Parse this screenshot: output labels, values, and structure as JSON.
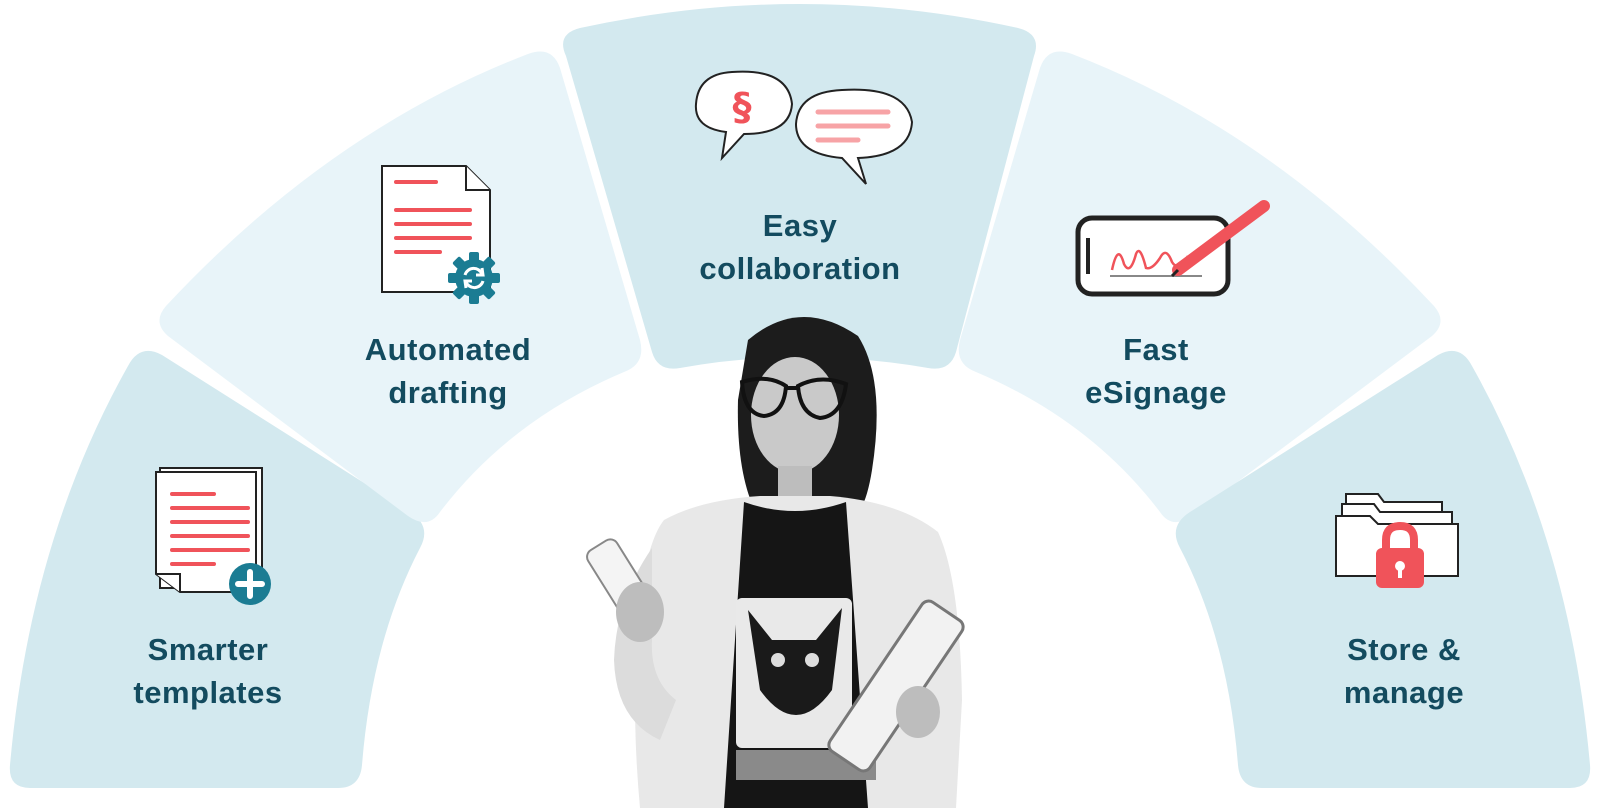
{
  "segments": [
    {
      "id": "smarter-templates",
      "line1": "Smarter",
      "line2": "templates",
      "color": "#d3e9ef",
      "icon": "document-plus-icon"
    },
    {
      "id": "automated-drafting",
      "line1": "Automated",
      "line2": "drafting",
      "color": "#e8f4f9",
      "icon": "document-gear-icon"
    },
    {
      "id": "easy-collaboration",
      "line1": "Easy",
      "line2": "collaboration",
      "color": "#d3e9ef",
      "icon": "chat-bubbles-icon"
    },
    {
      "id": "fast-esignage",
      "line1": "Fast",
      "line2": "eSignage",
      "color": "#e8f4f9",
      "icon": "phone-signature-icon"
    },
    {
      "id": "store-manage",
      "line1": "Store &",
      "line2": "manage",
      "color": "#d3e9ef",
      "icon": "folder-lock-icon"
    }
  ],
  "colors": {
    "accent_red": "#f0535a",
    "teal": "#1b7c93",
    "text": "#134b5f",
    "outline": "#222222"
  },
  "icons": {
    "center_figure": "person-with-phone-illustration"
  }
}
